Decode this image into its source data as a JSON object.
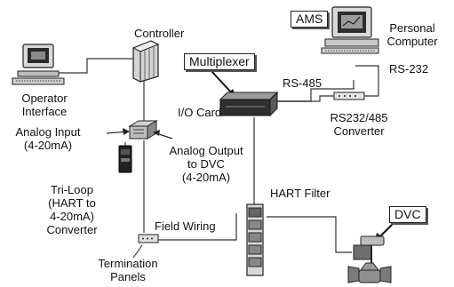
{
  "labels": {
    "controller": "Controller",
    "ams": "AMS",
    "personal_computer_line1": "Personal",
    "personal_computer_line2": "Computer",
    "multiplexer": "Multiplexer",
    "rs485": "RS-485",
    "rs232": "RS-232",
    "operator_interface_line1": "Operator",
    "operator_interface_line2": "Interface",
    "io_card": "I/O Card",
    "analog_input_line1": "Analog Input",
    "analog_input_line2": "(4-20mA)",
    "rs232_485_converter_line1": "RS232/485",
    "rs232_485_converter_line2": "Converter",
    "analog_output_line1": "Analog Output",
    "analog_output_line2": "to DVC",
    "analog_output_line3": "(4-20mA)",
    "tri_loop_line1": "Tri-Loop",
    "tri_loop_line2": "(HART to",
    "tri_loop_line3": "4-20mA)",
    "tri_loop_line4": "Converter",
    "hart_filter": "HART Filter",
    "dvc": "DVC",
    "field_wiring": "Field Wiring",
    "termination_line1": "Termination",
    "termination_line2": "Panels"
  }
}
